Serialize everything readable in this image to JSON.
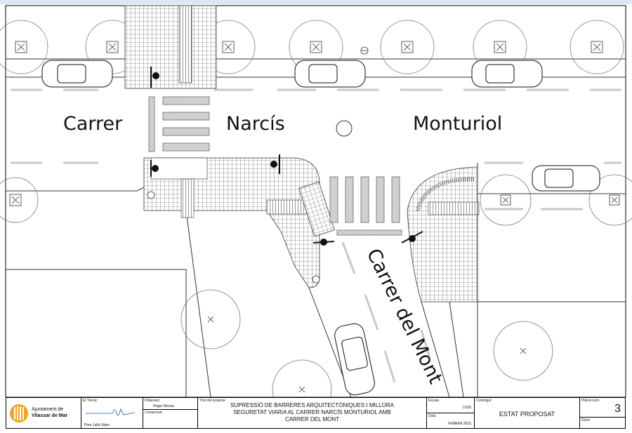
{
  "street_labels": {
    "carrer": "Carrer",
    "narcis": "Narcís",
    "monturiol": "Monturiol",
    "carrer_del_mont": "Carrer del Mont"
  },
  "title_block": {
    "logo_line1": "Ajuntament de",
    "logo_line2": "Vilassar de Mar",
    "tecnic_label": "El Tècnic",
    "tecnic_name": "Pere Julià Sitjes",
    "dibuixant_label": "Dibuixant",
    "dibuixant_name": "Roger Mensa",
    "comprovat_label": "Comprovat",
    "project_label": "Títol del projecte",
    "project_title_line1": "SUPRESSIÓ DE BARRERES ARQUITECTÒNIQUES I MILLORA",
    "project_title_line2": "SEGURETAT VIARIA AL CARRER NARCÍS MONTURIOL AMB",
    "project_title_line3": "CARRER DEL MONT",
    "escala_label": "Escala",
    "escala_value": "1/100",
    "data_label": "Data",
    "data_value": "FEBRER 2015",
    "contingut_label": "Contingut",
    "contingut_value": "ESTAT PROPOSAT",
    "plano_label": "Plànol núm.",
    "plano_value": "3",
    "fitxer_label": "Fitxer"
  },
  "colors": {
    "logo_orange": "#f2a21c",
    "topbar": "#dbe7f3",
    "road_marking": "#c8c8c8"
  }
}
